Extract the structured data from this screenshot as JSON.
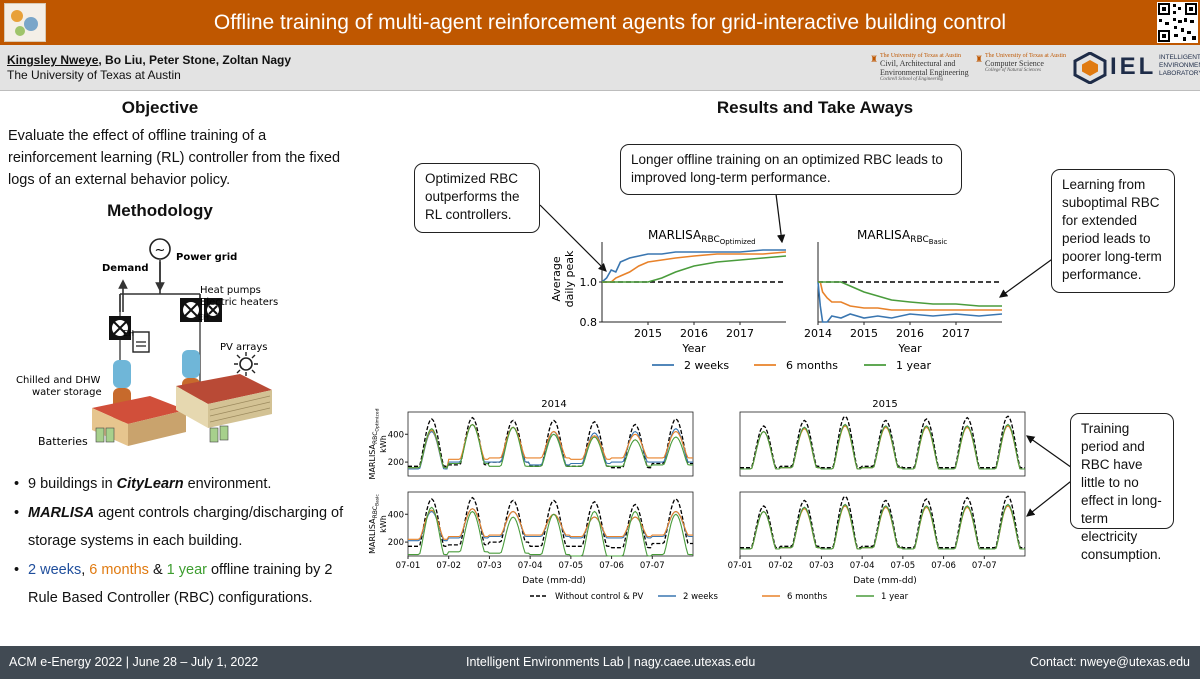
{
  "header": {
    "title": "Offline training of multi-agent reinforcement agents for grid-interactive building control",
    "authors_first": "Kingsley Nweye",
    "authors_rest": ", Bo Liu, Peter Stone, Zoltan Nagy",
    "affiliation": "The University of Texas at Austin",
    "logo1": {
      "line1": "The University of Texas at Austin",
      "line2": "Civil, Architectural and",
      "line3": "Environmental Engineering",
      "line4": "Cockrell School of Engineering"
    },
    "logo2": {
      "line1": "The University of Texas at Austin",
      "line2": "Computer Science",
      "line3": "College of Natural Sciences"
    },
    "iel": {
      "mark": "IEL",
      "line1": "INTELLIGENT",
      "line2": "ENVIRONMENTS",
      "line3": "LABORATORY"
    }
  },
  "left": {
    "objective_heading": "Objective",
    "objective_text": "Evaluate the effect of offline training of a reinforcement learning (RL) controller from the fixed logs of an external behavior policy.",
    "methodology_heading": "Methodology",
    "diagram": {
      "power_grid": "Power grid",
      "demand": "Demand",
      "heat_pumps": "Heat pumps",
      "electric_heaters": "Electric heaters",
      "eh1": "EH",
      "eh2": "EH",
      "pv": "PV arrays",
      "storage1": "Chilled and DHW",
      "storage2": "water storage",
      "batteries": "Batteries"
    },
    "bullet1_pre": "9 buildings in ",
    "bullet1_em": "CityLearn",
    "bullet1_post": " environment.",
    "bullet2_em": "MARLISA",
    "bullet2_post": " agent controls charging/discharging of storage systems in each building.",
    "bullet3_a": "2 weeks",
    "bullet3_b": ", ",
    "bullet3_c": "6 months",
    "bullet3_d": " & ",
    "bullet3_e": "1 year",
    "bullet3_f": " offline training by 2 Rule Based Controller (RBC) configurations."
  },
  "results": {
    "heading": "Results and Take Aways",
    "callout_optimized": "Optimized RBC outperforms the RL controllers.",
    "callout_longer": "Longer offline training on an optimized RBC leads to improved long-term performance.",
    "callout_learning": "Learning from suboptimal RBC for extended period leads to poorer long-term performance.",
    "callout_training": "Training period and RBC have little to no effect in long-term electricity consumption."
  },
  "colors": {
    "blue": "#3a76b0",
    "orange": "#e8822a",
    "green": "#4a9c3c",
    "black": "#000000",
    "brand": "#bf5700"
  },
  "chart_data": [
    {
      "type": "line",
      "title": "MARLISA",
      "title_sub": "RBC",
      "title_subsub": "Optimized",
      "xlabel": "Year",
      "ylabel_line1": "Average",
      "ylabel_line2": "daily peak",
      "xticks": [
        "2015",
        "2016",
        "2017"
      ],
      "yticks": [
        "0.8",
        "1.0"
      ],
      "ylim": [
        0.8,
        1.2
      ],
      "xlim": [
        2014.0,
        2018.0
      ],
      "x": [
        2014.0,
        2014.1,
        2014.2,
        2014.3,
        2014.4,
        2014.6,
        2014.8,
        2015.0,
        2015.3,
        2015.6,
        2016.0,
        2016.5,
        2017.0,
        2017.5,
        2018.0
      ],
      "baseline": 1.0,
      "series": [
        {
          "name": "2 weeks",
          "color": "blue",
          "values": [
            1.0,
            1.02,
            1.06,
            1.05,
            1.1,
            1.12,
            1.13,
            1.14,
            1.14,
            1.15,
            1.15,
            1.15,
            1.15,
            1.16,
            1.16
          ]
        },
        {
          "name": "6 months",
          "color": "orange",
          "values": [
            1.0,
            1.0,
            1.0,
            1.02,
            1.03,
            1.05,
            1.08,
            1.1,
            1.11,
            1.12,
            1.13,
            1.14,
            1.14,
            1.14,
            1.15
          ]
        },
        {
          "name": "1 year",
          "color": "green",
          "values": [
            1.0,
            1.0,
            1.0,
            1.0,
            1.0,
            1.0,
            1.0,
            1.0,
            1.02,
            1.05,
            1.08,
            1.1,
            1.11,
            1.12,
            1.13
          ]
        }
      ]
    },
    {
      "type": "line",
      "title": "MARLISA",
      "title_sub": "RBC",
      "title_subsub": "Basic",
      "xlabel": "Year",
      "xticks": [
        "2014",
        "2015",
        "2016",
        "2017"
      ],
      "ylim": [
        0.8,
        1.2
      ],
      "xlim": [
        2014.0,
        2018.0
      ],
      "x": [
        2014.0,
        2014.05,
        2014.1,
        2014.2,
        2014.3,
        2014.5,
        2014.7,
        2015.0,
        2015.3,
        2015.6,
        2016.0,
        2016.5,
        2017.0,
        2017.5,
        2018.0
      ],
      "baseline": 1.0,
      "series": [
        {
          "name": "2 weeks",
          "color": "blue",
          "values": [
            1.0,
            0.88,
            0.8,
            0.8,
            0.83,
            0.82,
            0.84,
            0.82,
            0.83,
            0.82,
            0.84,
            0.83,
            0.84,
            0.83,
            0.84
          ]
        },
        {
          "name": "6 months",
          "color": "orange",
          "values": [
            1.0,
            1.0,
            0.95,
            0.92,
            0.9,
            0.9,
            0.88,
            0.87,
            0.87,
            0.86,
            0.86,
            0.86,
            0.86,
            0.86,
            0.86
          ]
        },
        {
          "name": "1 year",
          "color": "green",
          "values": [
            1.0,
            1.0,
            1.0,
            1.0,
            1.0,
            1.0,
            0.98,
            0.95,
            0.93,
            0.91,
            0.9,
            0.89,
            0.89,
            0.88,
            0.88
          ]
        }
      ]
    },
    {
      "type": "line",
      "title": "2014",
      "ylabel_main": "MARLISA",
      "ylabel_sub": "RBC",
      "ylabel_subsub": "Optimized",
      "ylabel_unit": "kWh",
      "yticks": [
        "200",
        "400"
      ],
      "ylim": [
        100,
        560
      ],
      "days": 7,
      "xticks": [
        "07-01",
        "07-02",
        "07-03",
        "07-04",
        "07-05",
        "07-06",
        "07-07"
      ],
      "series": [
        {
          "name": "Without control & PV",
          "color": "black",
          "dash": true,
          "daily_min": [
            170,
            180,
            200,
            170,
            170,
            160,
            190
          ],
          "daily_max": [
            510,
            520,
            500,
            500,
            490,
            470,
            510
          ]
        },
        {
          "name": "2 weeks",
          "color": "blue",
          "daily_min": [
            150,
            200,
            200,
            180,
            190,
            200,
            200
          ],
          "daily_max": [
            420,
            470,
            450,
            420,
            410,
            420,
            440
          ]
        },
        {
          "name": "6 months",
          "color": "orange",
          "daily_min": [
            160,
            220,
            230,
            230,
            220,
            230,
            230
          ],
          "daily_max": [
            430,
            470,
            450,
            420,
            390,
            400,
            420
          ]
        },
        {
          "name": "1 year",
          "color": "green",
          "daily_min": [
            160,
            190,
            170,
            170,
            170,
            170,
            180
          ],
          "daily_max": [
            440,
            470,
            450,
            400,
            380,
            360,
            380
          ]
        }
      ]
    },
    {
      "type": "line",
      "title": "2015",
      "days": 7,
      "ylim": [
        100,
        560
      ],
      "xticks": [
        "07-01",
        "07-02",
        "07-03",
        "07-04",
        "07-05",
        "07-06",
        "07-07"
      ],
      "series": [
        {
          "name": "Without control & PV",
          "color": "black",
          "dash": true,
          "daily_min": [
            160,
            170,
            160,
            170,
            160,
            160,
            160
          ],
          "daily_max": [
            460,
            500,
            530,
            500,
            510,
            520,
            530
          ]
        },
        {
          "name": "2 weeks",
          "color": "blue",
          "daily_min": [
            150,
            160,
            150,
            160,
            150,
            150,
            150
          ],
          "daily_max": [
            420,
            450,
            470,
            460,
            460,
            460,
            470
          ]
        },
        {
          "name": "6 months",
          "color": "orange",
          "daily_min": [
            150,
            160,
            150,
            160,
            150,
            150,
            150
          ],
          "daily_max": [
            420,
            440,
            460,
            450,
            450,
            450,
            460
          ]
        },
        {
          "name": "1 year",
          "color": "green",
          "daily_min": [
            150,
            160,
            150,
            160,
            150,
            150,
            150
          ],
          "daily_max": [
            420,
            450,
            470,
            460,
            460,
            460,
            470
          ]
        }
      ]
    },
    {
      "type": "line",
      "ylabel_main": "MARLISA",
      "ylabel_sub": "RBC",
      "ylabel_subsub": "Basic",
      "ylabel_unit": "kWh",
      "yticks": [
        "200",
        "400"
      ],
      "ylim": [
        100,
        560
      ],
      "days": 7,
      "xlabel": "Date (mm-dd)",
      "xticks": [
        "07-01",
        "07-02",
        "07-03",
        "07-04",
        "07-05",
        "07-06",
        "07-07"
      ],
      "series": [
        {
          "name": "Without control & PV",
          "color": "black",
          "dash": true,
          "daily_min": [
            170,
            180,
            200,
            170,
            170,
            160,
            190
          ],
          "daily_max": [
            510,
            520,
            500,
            500,
            490,
            470,
            510
          ]
        },
        {
          "name": "2 weeks",
          "color": "blue",
          "daily_min": [
            210,
            230,
            240,
            240,
            230,
            230,
            240
          ],
          "daily_max": [
            420,
            440,
            420,
            400,
            380,
            380,
            420
          ]
        },
        {
          "name": "6 months",
          "color": "orange",
          "daily_min": [
            220,
            240,
            250,
            250,
            240,
            240,
            250
          ],
          "daily_max": [
            430,
            440,
            420,
            400,
            380,
            380,
            420
          ]
        },
        {
          "name": "1 year",
          "color": "green",
          "daily_min": [
            110,
            130,
            120,
            110,
            100,
            100,
            110
          ],
          "daily_max": [
            450,
            420,
            380,
            400,
            420,
            420,
            400
          ]
        }
      ]
    },
    {
      "type": "line",
      "days": 7,
      "ylim": [
        100,
        560
      ],
      "xlabel": "Date (mm-dd)",
      "xticks": [
        "07-01",
        "07-02",
        "07-03",
        "07-04",
        "07-05",
        "07-06",
        "07-07"
      ],
      "series": [
        {
          "name": "Without control & PV",
          "color": "black",
          "dash": true,
          "daily_min": [
            160,
            170,
            160,
            170,
            160,
            160,
            160
          ],
          "daily_max": [
            460,
            500,
            530,
            500,
            510,
            520,
            530
          ]
        },
        {
          "name": "2 weeks",
          "color": "blue",
          "daily_min": [
            150,
            160,
            150,
            160,
            150,
            150,
            150
          ],
          "daily_max": [
            420,
            450,
            470,
            460,
            460,
            460,
            470
          ]
        },
        {
          "name": "6 months",
          "color": "orange",
          "daily_min": [
            150,
            160,
            150,
            160,
            150,
            150,
            150
          ],
          "daily_max": [
            420,
            440,
            460,
            450,
            450,
            450,
            460
          ]
        },
        {
          "name": "1 year",
          "color": "green",
          "daily_min": [
            150,
            160,
            150,
            160,
            150,
            150,
            150
          ],
          "daily_max": [
            420,
            450,
            470,
            460,
            460,
            460,
            470
          ]
        }
      ]
    }
  ],
  "legend_top": [
    "2 weeks",
    "6 months",
    "1 year"
  ],
  "legend_bottom": [
    "Without control & PV",
    "2 weeks",
    "6 months",
    "1 year"
  ],
  "footer": {
    "left": "ACM e-Energy 2022 | June 28 – July 1, 2022",
    "center": "Intelligent Environments Lab | nagy.caee.utexas.edu",
    "right": "Contact: nweye@utexas.edu"
  }
}
